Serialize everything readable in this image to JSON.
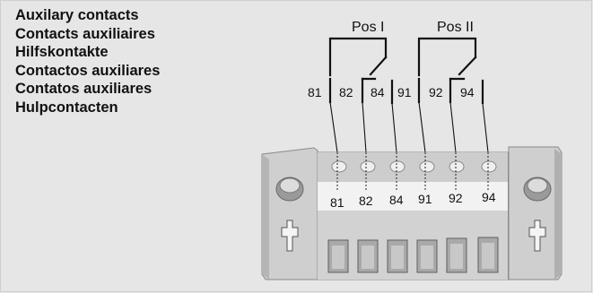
{
  "labels": [
    "Auxilary contacts",
    "Contacts auxiliaires",
    "Hilfskontakte",
    "Contactos auxiliares",
    "Contatos auxiliares",
    "Hulpcontacten"
  ],
  "groups": [
    {
      "name": "Pos I"
    },
    {
      "name": "Pos II"
    }
  ],
  "wiring_terminals": [
    "81",
    "82",
    "84",
    "91",
    "92",
    "94"
  ],
  "block_terminals": [
    "81",
    "82",
    "84",
    "91",
    "92",
    "94"
  ],
  "colors": {
    "background": "#e6e6e6",
    "block_body": "#d9d9d9",
    "block_shadow": "#a9a9a9",
    "label_strip": "#f2f2f2",
    "line": "#111111"
  }
}
